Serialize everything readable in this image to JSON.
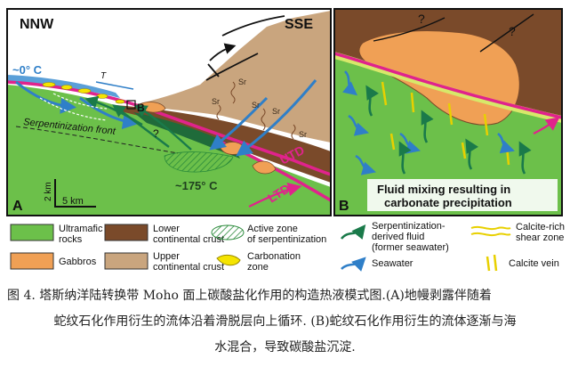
{
  "panel_a": {
    "dir_left": "NNW",
    "dir_right": "SSE",
    "temp_cold": "~0° C",
    "temp_hot": "~175° C",
    "t_label": "T",
    "b_label": "B",
    "serp_front": "Serpentinization front",
    "question": "?",
    "sr_labels": [
      "Sr",
      "Sr",
      "Sr",
      "Sr",
      "Sr"
    ],
    "utd": "UTD",
    "ltd": "LTD",
    "scale_v": "2 km",
    "scale_h": "5 km",
    "panel_letter": "A"
  },
  "panel_b": {
    "questions": [
      "?",
      "?"
    ],
    "caption_line1": "Fluid mixing resulting in",
    "caption_line2": "carbonate precipitation",
    "panel_letter": "B"
  },
  "legend": {
    "ultramafic_1": "Ultramafic",
    "ultramafic_2": "rocks",
    "lower_crust_1": "Lower",
    "lower_crust_2": "continental crust",
    "active_1": "Active zone",
    "active_2": "of serpentinization",
    "serp_fluid_1": "Serpentinization-",
    "serp_fluid_2": "derived fluid",
    "serp_fluid_3": "(former seawater)",
    "calcite_shear_1": "Calcite-rich",
    "calcite_shear_2": "shear zone",
    "gabbros": "Gabbros",
    "upper_crust_1": "Upper",
    "upper_crust_2": "continental crust",
    "carbonation_1": "Carbonation",
    "carbonation_2": "zone",
    "seawater": "Seawater",
    "calcite_vein": "Calcite vein"
  },
  "caption": {
    "line1": "图 4. 塔斯纳洋陆转换带 Moho 面上碳酸盐化作用的构造热液模式图.(A)地幔剥露伴随着",
    "line2": "蛇纹石化作用衍生的流体沿着滑脱层向上循环. (B)蛇纹石化作用衍生的流体逐渐与海",
    "line3": "水混合，导致碳酸盐沉淀."
  },
  "colors": {
    "ultramafic": "#6cc04a",
    "lower_crust": "#7a4a2a",
    "upper_crust": "#c9a57e",
    "gabbro": "#f0a055",
    "detachment": "#e0238c",
    "seawater": "#2f7fc8",
    "serp_fluid": "#1a7a4a",
    "carbonation": "#f5e400"
  }
}
